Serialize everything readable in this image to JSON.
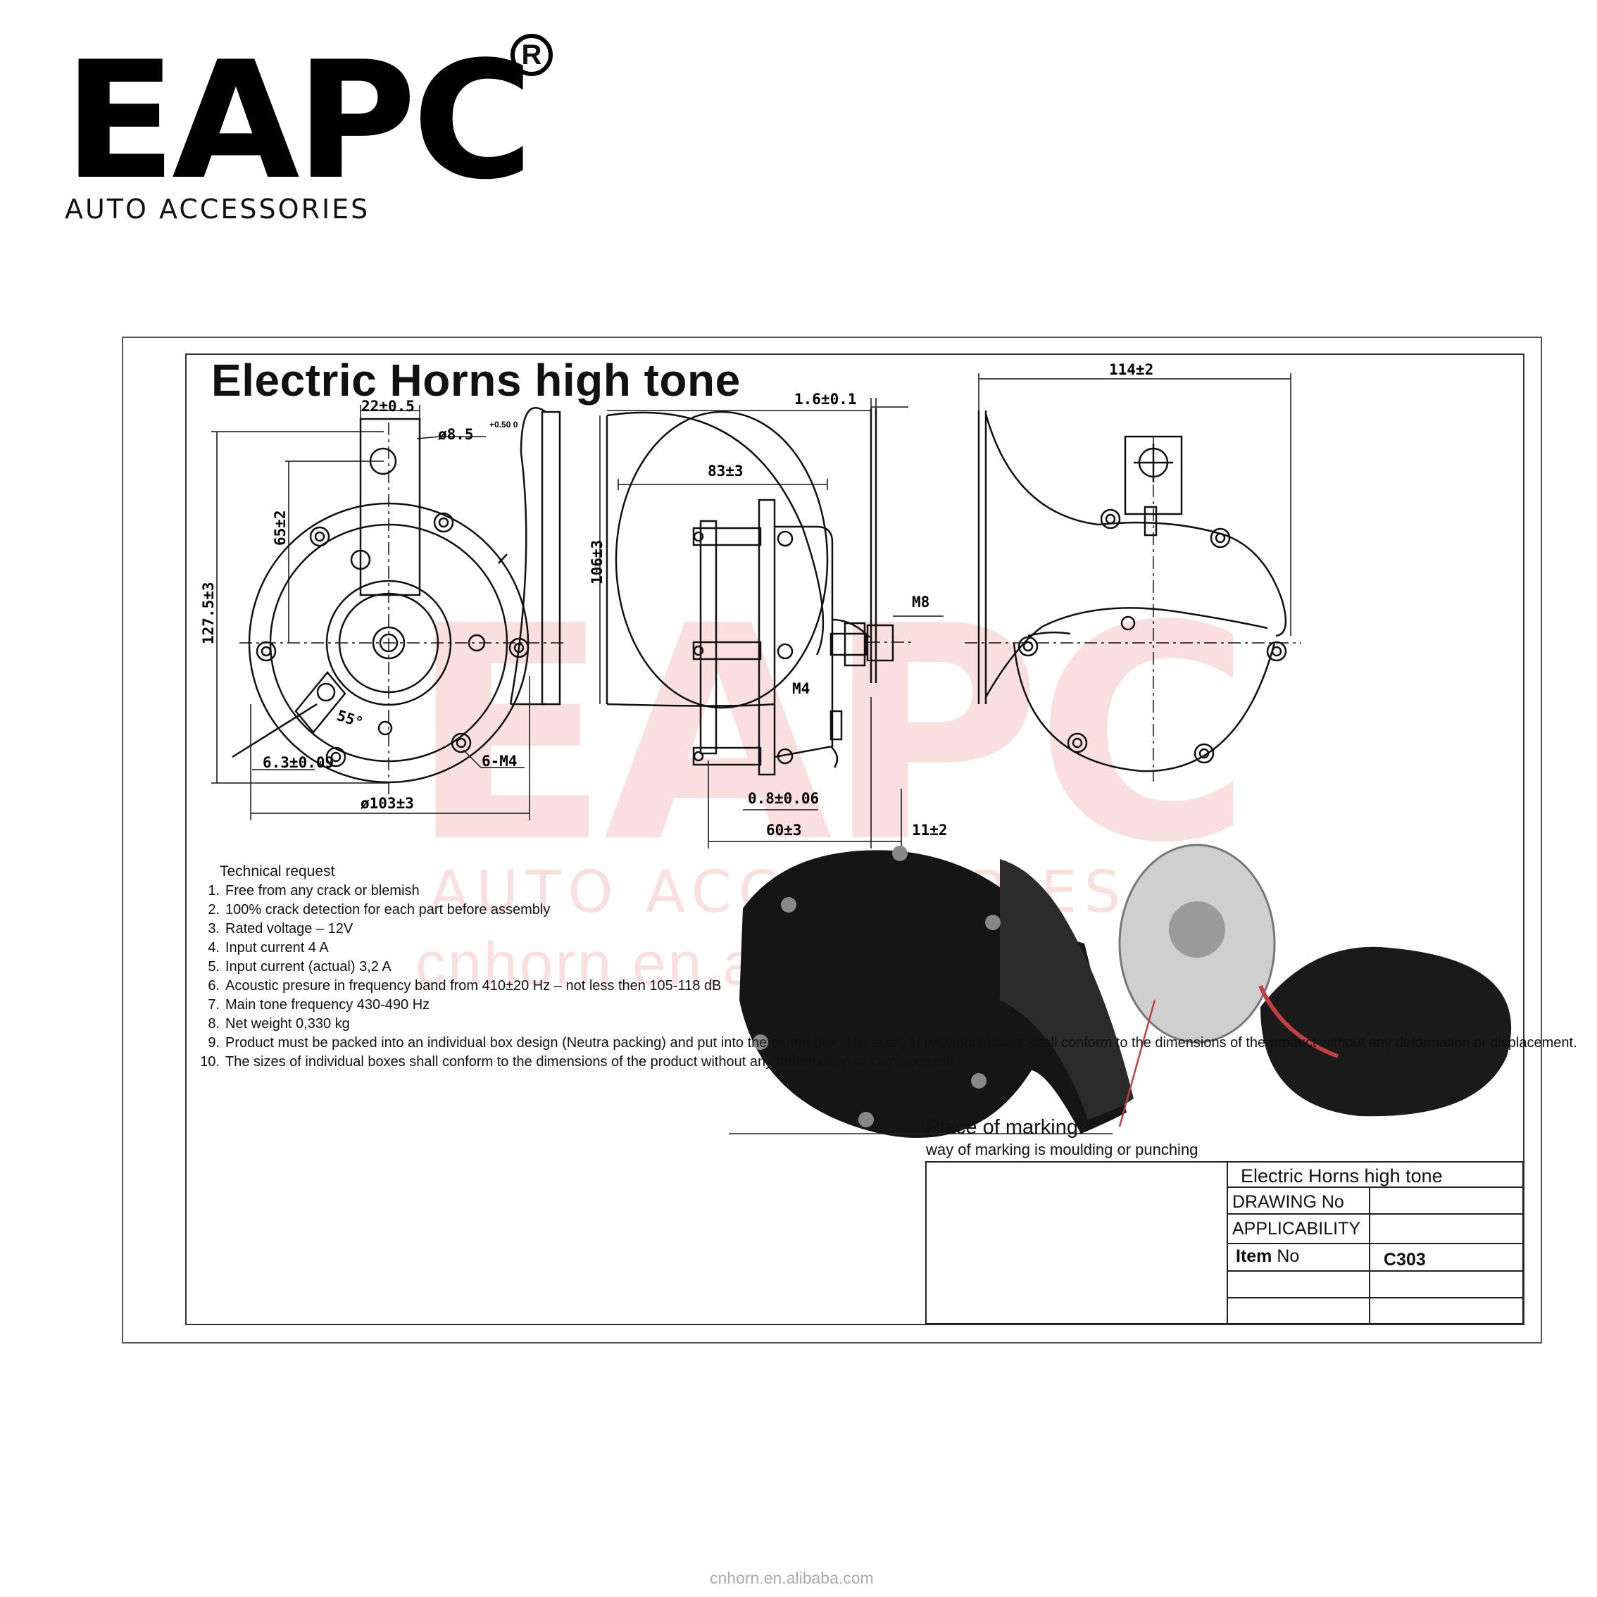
{
  "brand": {
    "name": "EAPC",
    "registered": "R",
    "tagline": "AUTO ACCESSORIES"
  },
  "drawing": {
    "title": "Electric Horns high tone",
    "dimensions": {
      "bracket_width": "22±0.5",
      "hole": "ø8.5",
      "hole_tol": "+0.50 0",
      "mount_height": "65±2",
      "total_height": "127.5±3",
      "angle": "55°",
      "terminal": "6.3±0.09",
      "screws": "6-M4",
      "diameter": "ø103±3",
      "plate_thickness": "1.6±0.1",
      "body_width": "83±3",
      "body_height": "106±3",
      "bolt": "M8",
      "terminal_screw": "M4",
      "diaphragm": "0.8±0.06",
      "depth": "60±3",
      "bracket_offset": "11±2",
      "horn_width": "114±2"
    }
  },
  "watermark": {
    "word": "EAPC",
    "sub": "AUTO ACCESSORIES",
    "site": "cnhorn.en.alibaba.com"
  },
  "technical": {
    "heading": "Technical request",
    "items": [
      {
        "n": "1.",
        "text": "Free from any crack or blemish"
      },
      {
        "n": "2.",
        "text": "100% crack detection for each part before assembly"
      },
      {
        "n": "3.",
        "text": "Rated voltage – 12V"
      },
      {
        "n": "4.",
        "text": "Input current    4  A"
      },
      {
        "n": "5.",
        "text": "Input current (actual) 3,2 A"
      },
      {
        "n": "6.",
        "text": "Acoustic presure in frequency band from 410±20 Hz – not less then 105-118 dB"
      },
      {
        "n": "7.",
        "text": "Main tone frequency 430-490 Hz"
      },
      {
        "n": "8.",
        "text": "Net weight 0,330 kg"
      },
      {
        "n": "9.",
        "text": "Product must be packed into an individual box design (Neutra packing) and put  into the carton box. The sizes of individual boxes shall conform  to the  dimensions of the product without any deformation or displacement."
      },
      {
        "n": "10.",
        "text": "The sizes of individual boxes shall conform to the dimensions of the product without any deformation or displacement."
      }
    ]
  },
  "marking": {
    "title": "Place of marking:",
    "note": "way of marking is moulding or punching"
  },
  "title_block": {
    "header": "Electric Horns high tone",
    "rows": [
      {
        "label": "DRAWING No",
        "value": ""
      },
      {
        "label": "APPLICABILITY",
        "value": ""
      },
      {
        "label_bold": "Item",
        "label": " No",
        "value": "C303"
      }
    ]
  },
  "footer": {
    "text": "cnhorn.en.alibaba.com"
  }
}
